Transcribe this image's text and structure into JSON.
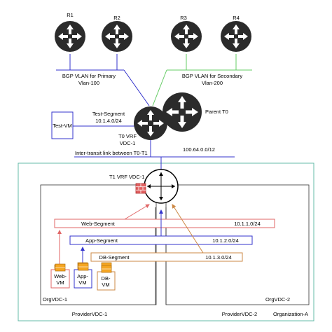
{
  "routers": {
    "r1": "R1",
    "r2": "R2",
    "r3": "R3",
    "r4": "R4"
  },
  "labels": {
    "bgp_primary": [
      "BGP VLAN for Primary",
      "Vlan-100"
    ],
    "bgp_secondary": [
      "BGP VLAN for Secondary",
      "Vlan-200"
    ],
    "test_vm": "Test-VM",
    "test_segment": [
      "Test-Segment",
      "10.1.4.0/24"
    ],
    "t0_vrf": [
      "T0 VRF",
      "VDC-1"
    ],
    "parent_t0": "Parent T0",
    "inter_transit": "Inter-transit link between T0-T1",
    "transit_subnet": "100.64.0.0/12",
    "t1_vrf": "T1 VRF VDC-1",
    "web_segment": "Web-Segment",
    "web_subnet": "10.1.1.0/24",
    "app_segment": "App-Segment",
    "app_subnet": "10.1.2.0/24",
    "db_segment": "DB-Segment",
    "db_subnet": "10.1.3.0/24",
    "web_vm": [
      "Web-",
      "VM"
    ],
    "app_vm": [
      "App-",
      "VM"
    ],
    "db_vm": [
      "DB-",
      "VM"
    ],
    "orgvdc1": "OrgVDC-1",
    "orgvdc2": "OrgVDC-2",
    "providervdc1": "ProviderVDC-1",
    "providervdc2": "ProviderVDC-2",
    "organization": "Organization-A"
  },
  "colors": {
    "router_fill": "#2b2b2b",
    "blue": "#3333cc",
    "green": "#66cc66",
    "red": "#e06666",
    "orange": "#cc8844",
    "teal_border": "#66bbaa",
    "firewall": "#e06060",
    "vm_fill": "#f5a623"
  }
}
